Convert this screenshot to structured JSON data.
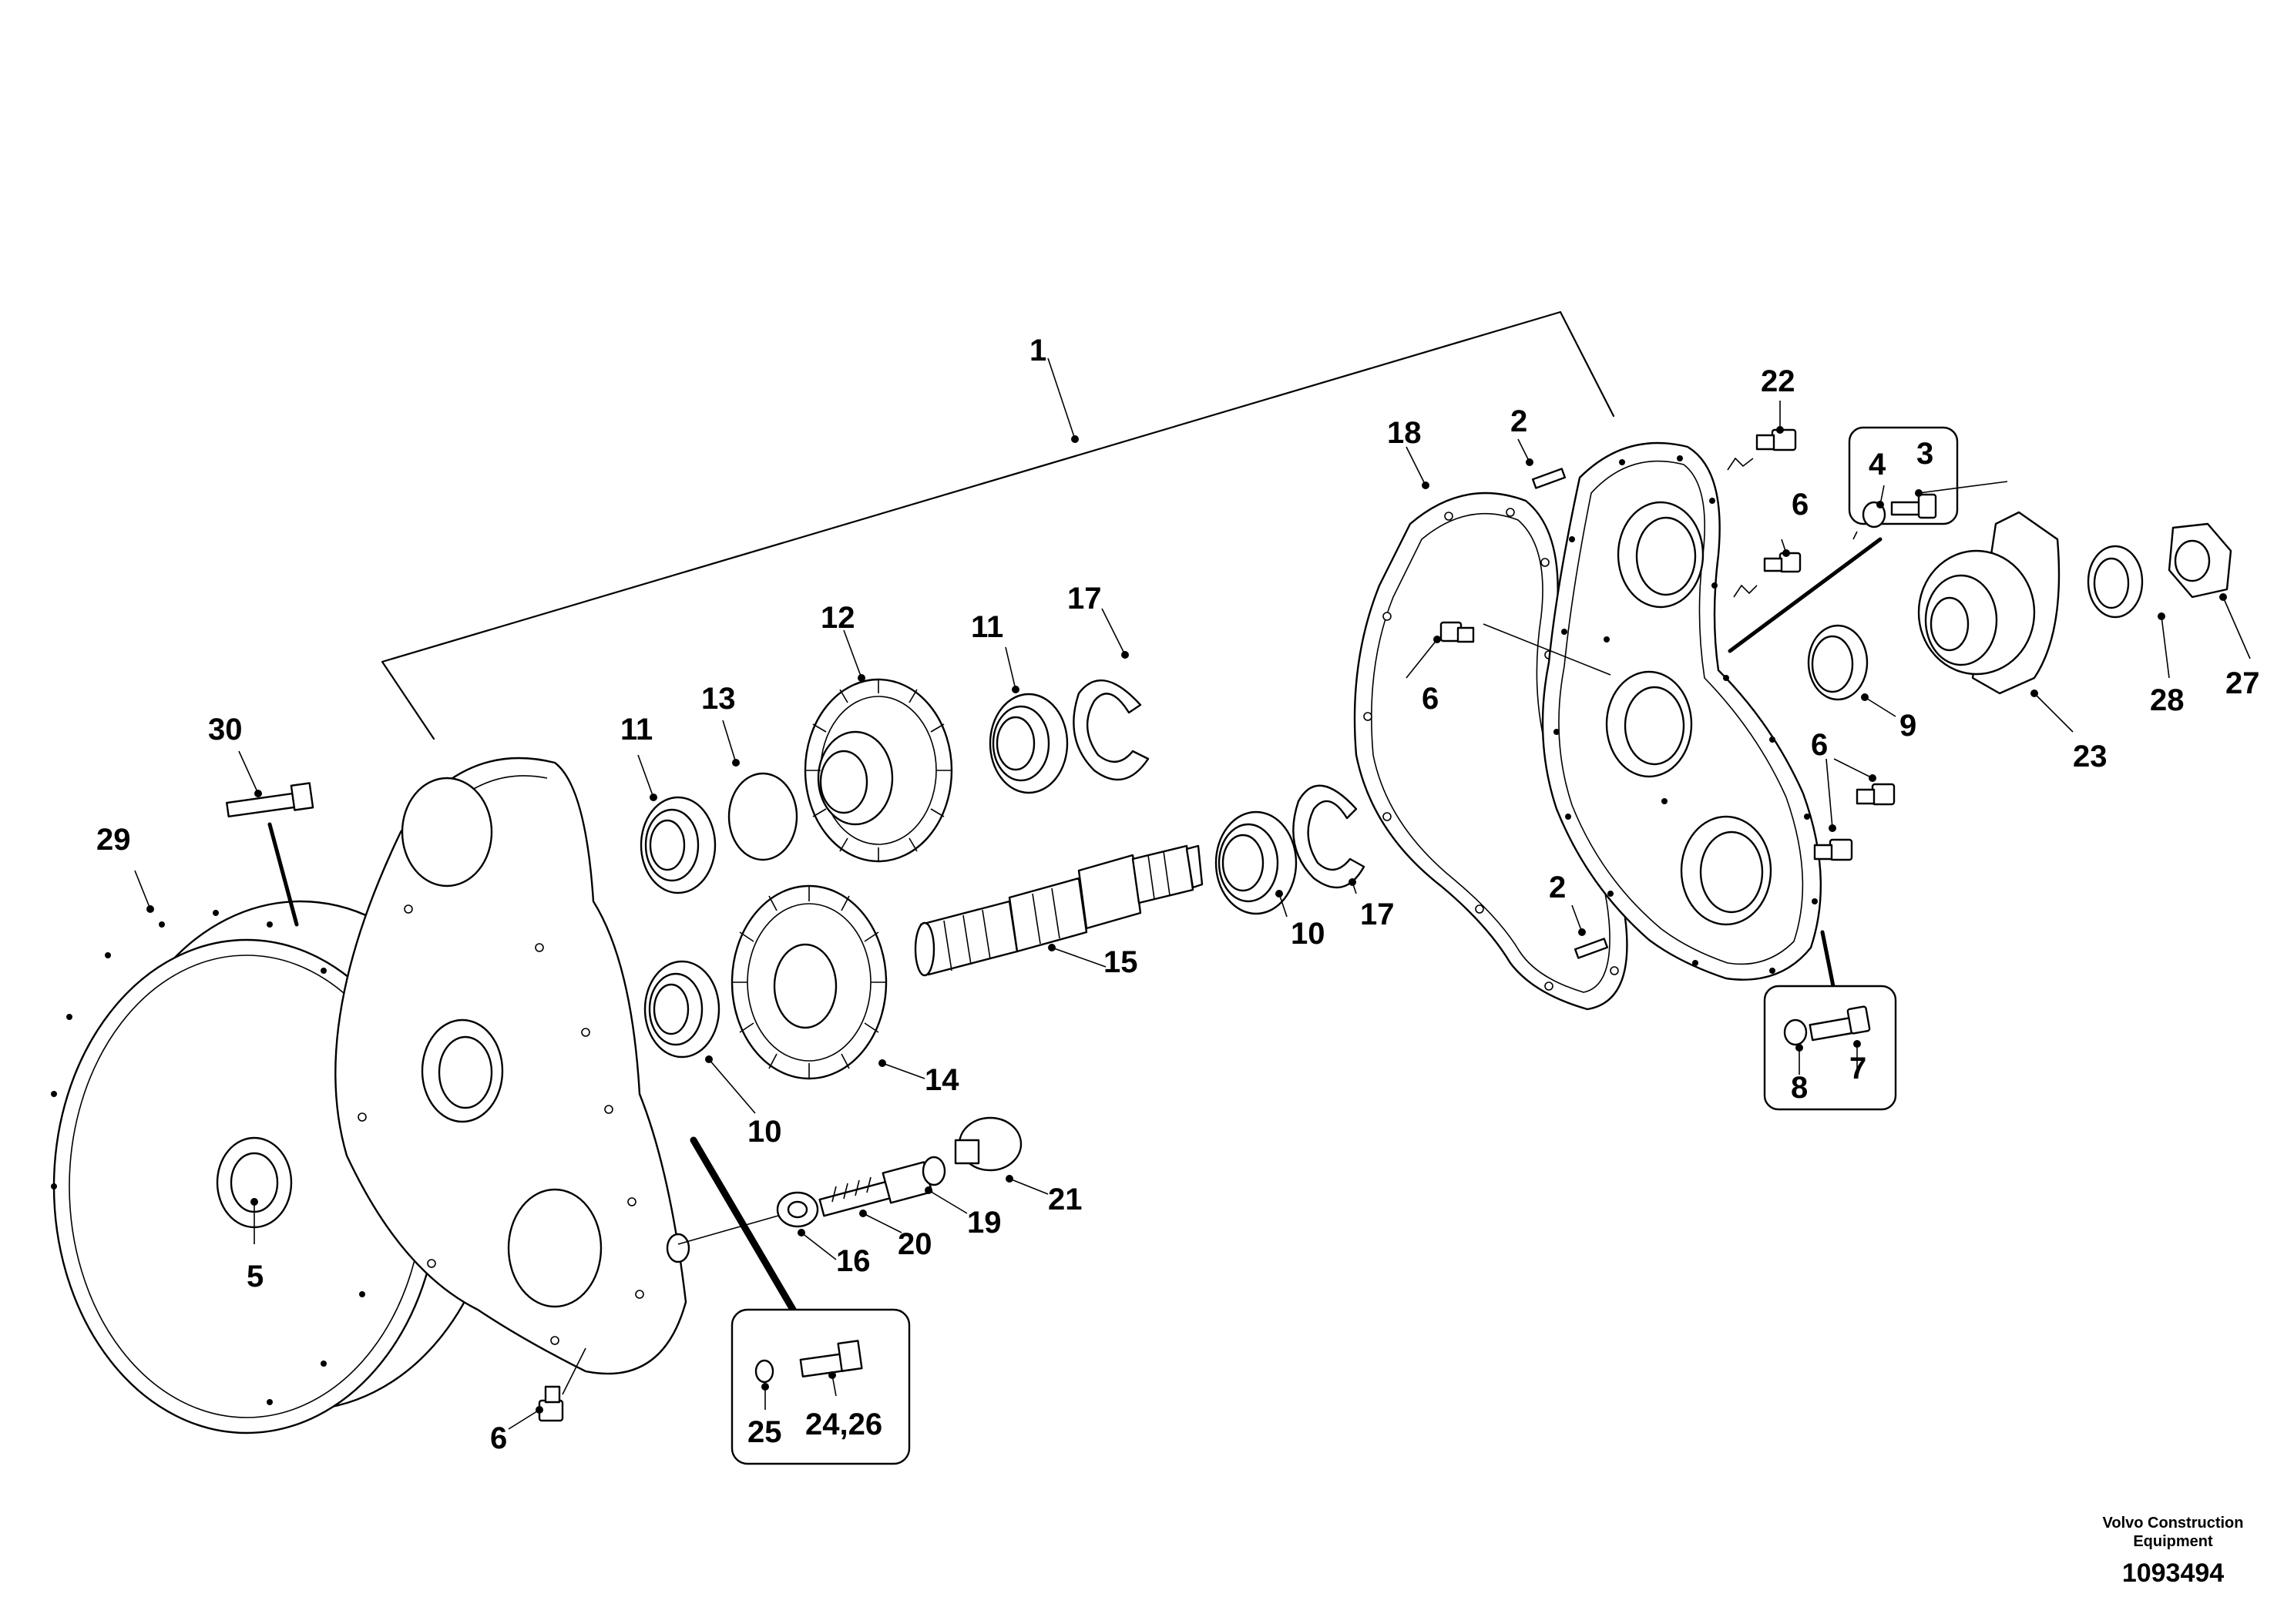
{
  "drawing": {
    "vendor_line1": "Volvo Construction",
    "vendor_line2": "Equipment",
    "drawing_number": "1093494"
  },
  "callouts": [
    {
      "id": "c1",
      "label": "1"
    },
    {
      "id": "c2a",
      "label": "2"
    },
    {
      "id": "c2b",
      "label": "2"
    },
    {
      "id": "c3",
      "label": "3"
    },
    {
      "id": "c4",
      "label": "4"
    },
    {
      "id": "c5",
      "label": "5"
    },
    {
      "id": "c6a",
      "label": "6"
    },
    {
      "id": "c6b",
      "label": "6"
    },
    {
      "id": "c6c",
      "label": "6"
    },
    {
      "id": "c6d",
      "label": "6"
    },
    {
      "id": "c7",
      "label": "7"
    },
    {
      "id": "c8",
      "label": "8"
    },
    {
      "id": "c9",
      "label": "9"
    },
    {
      "id": "c10a",
      "label": "10"
    },
    {
      "id": "c10b",
      "label": "10"
    },
    {
      "id": "c11a",
      "label": "11"
    },
    {
      "id": "c11b",
      "label": "11"
    },
    {
      "id": "c12",
      "label": "12"
    },
    {
      "id": "c13",
      "label": "13"
    },
    {
      "id": "c14",
      "label": "14"
    },
    {
      "id": "c15",
      "label": "15"
    },
    {
      "id": "c16",
      "label": "16"
    },
    {
      "id": "c17a",
      "label": "17"
    },
    {
      "id": "c17b",
      "label": "17"
    },
    {
      "id": "c18",
      "label": "18"
    },
    {
      "id": "c19",
      "label": "19"
    },
    {
      "id": "c20",
      "label": "20"
    },
    {
      "id": "c21",
      "label": "21"
    },
    {
      "id": "c22",
      "label": "22"
    },
    {
      "id": "c23",
      "label": "23"
    },
    {
      "id": "c2426",
      "label": "24,26"
    },
    {
      "id": "c25",
      "label": "25"
    },
    {
      "id": "c27",
      "label": "27"
    },
    {
      "id": "c28",
      "label": "28"
    },
    {
      "id": "c29",
      "label": "29"
    },
    {
      "id": "c30",
      "label": "30"
    }
  ]
}
